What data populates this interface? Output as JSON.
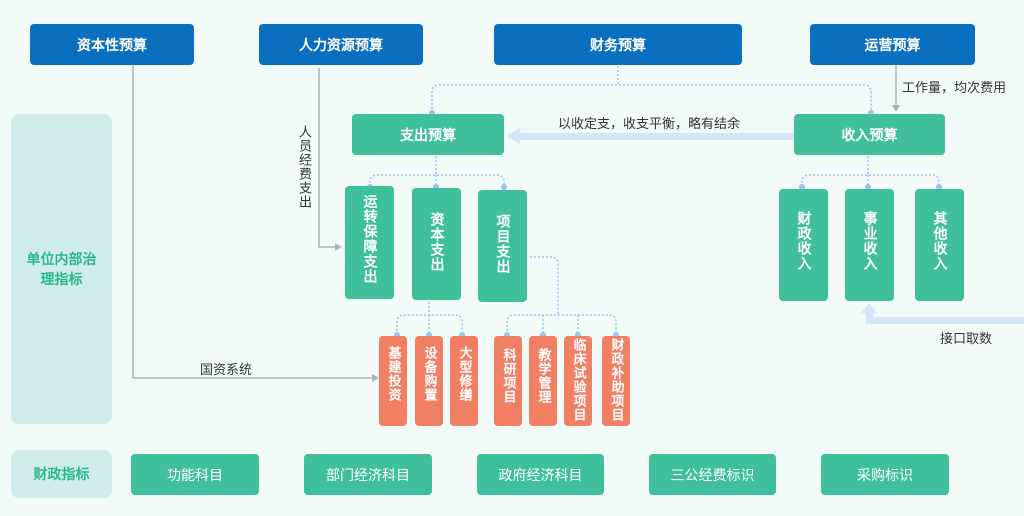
{
  "top_budgets": {
    "capital": "资本性预算",
    "hr": "人力资源预算",
    "finance": "财务预算",
    "operation": "运营预算"
  },
  "labels": {
    "workload": "工作量，均次费用",
    "balance": "以收定支，收支平衡，略有结余",
    "personnel": "人员经费支出",
    "state_assets": "国资系统",
    "interface": "接口取数"
  },
  "mid": {
    "expense": "支出预算",
    "income": "收入预算"
  },
  "expense_items": [
    "运转保障支出",
    "资本支出",
    "项目支出"
  ],
  "income_items": [
    "财政收入",
    "事业收入",
    "其他收入"
  ],
  "capital_items": [
    "基建投资",
    "设备购置",
    "大型修缮"
  ],
  "project_items": [
    "科研项目",
    "教学管理",
    "临床试验项目",
    "财政补助项目"
  ],
  "panels": {
    "internal": "单位内部治理指标",
    "fiscal": "财政指标"
  },
  "fiscal_items": [
    "功能科目",
    "部门经济科目",
    "政府经济科目",
    "三公经费标识",
    "采购标识"
  ]
}
